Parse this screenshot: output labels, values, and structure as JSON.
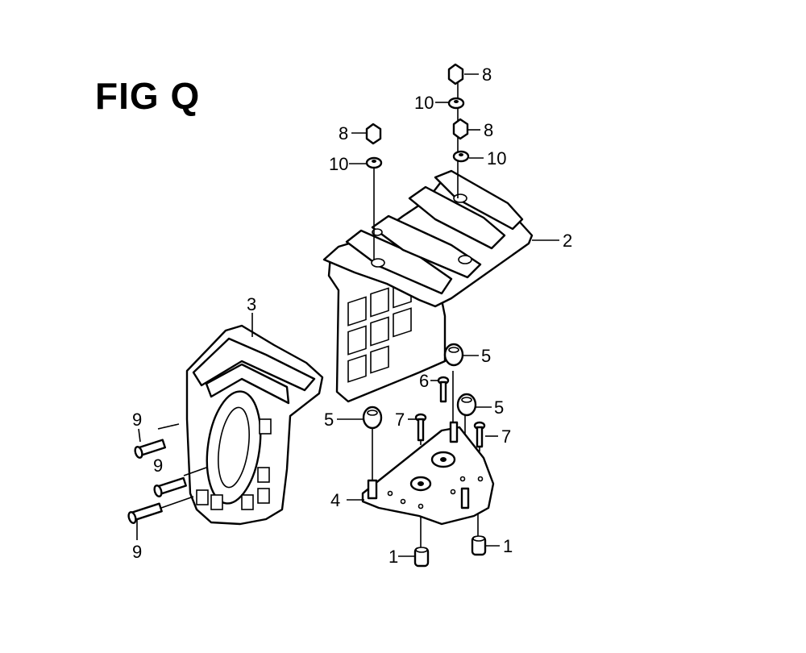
{
  "figure": {
    "title": "FIG Q"
  },
  "callouts": [
    {
      "id": "c8a",
      "label": "8"
    },
    {
      "id": "c10a",
      "label": "10"
    },
    {
      "id": "c8b",
      "label": "8"
    },
    {
      "id": "c10b",
      "label": "10"
    },
    {
      "id": "c8c",
      "label": "8"
    },
    {
      "id": "c10c",
      "label": "10"
    },
    {
      "id": "c2",
      "label": "2"
    },
    {
      "id": "c3",
      "label": "3"
    },
    {
      "id": "c5a",
      "label": "5"
    },
    {
      "id": "c6",
      "label": "6"
    },
    {
      "id": "c5b",
      "label": "5"
    },
    {
      "id": "c5c",
      "label": "5"
    },
    {
      "id": "c7a",
      "label": "7"
    },
    {
      "id": "c7b",
      "label": "7"
    },
    {
      "id": "c9a",
      "label": "9"
    },
    {
      "id": "c9b",
      "label": "9"
    },
    {
      "id": "c9c",
      "label": "9"
    },
    {
      "id": "c4",
      "label": "4"
    },
    {
      "id": "c1a",
      "label": "1"
    },
    {
      "id": "c1b",
      "label": "1"
    }
  ]
}
